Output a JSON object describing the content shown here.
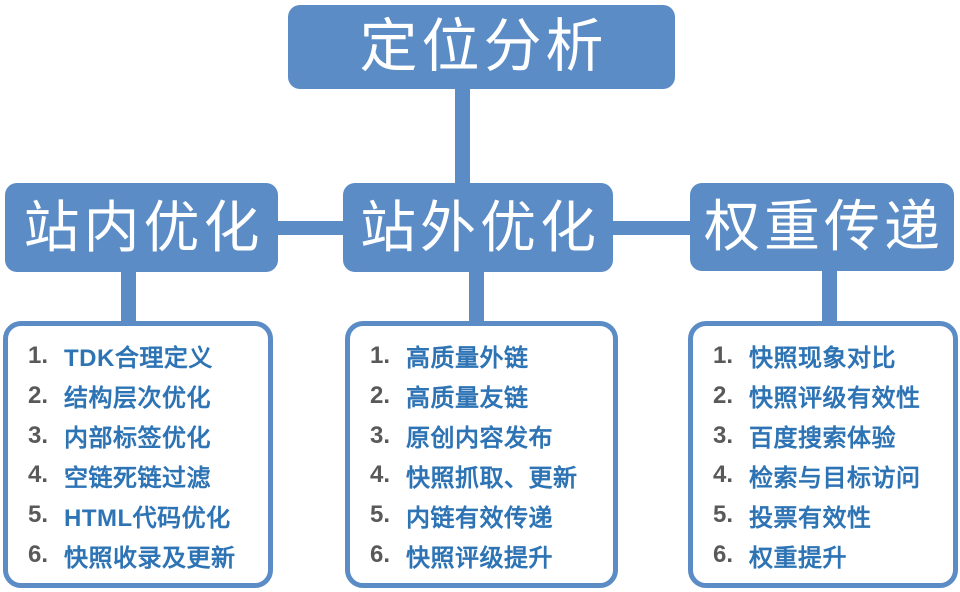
{
  "diagram": {
    "root_label": "定位分析",
    "branches": [
      {
        "label": "站内优化",
        "items": [
          {
            "num": "1.",
            "text": "TDK合理定义"
          },
          {
            "num": "2.",
            "text": "结构层次优化"
          },
          {
            "num": "3.",
            "text": "内部标签优化"
          },
          {
            "num": "4.",
            "text": "空链死链过滤"
          },
          {
            "num": "5.",
            "text": "HTML代码优化"
          },
          {
            "num": "6.",
            "text": "快照收录及更新"
          }
        ]
      },
      {
        "label": "站外优化",
        "items": [
          {
            "num": "1.",
            "text": "高质量外链"
          },
          {
            "num": "2.",
            "text": "高质量友链"
          },
          {
            "num": "3.",
            "text": "原创内容发布"
          },
          {
            "num": "4.",
            "text": "快照抓取、更新"
          },
          {
            "num": "5.",
            "text": "内链有效传递"
          },
          {
            "num": "6.",
            "text": "快照评级提升"
          }
        ]
      },
      {
        "label": "权重传递",
        "items": [
          {
            "num": "1.",
            "text": "快照现象对比"
          },
          {
            "num": "2.",
            "text": "快照评级有效性"
          },
          {
            "num": "3.",
            "text": "百度搜索体验"
          },
          {
            "num": "4.",
            "text": "检索与目标访问"
          },
          {
            "num": "5.",
            "text": "投票有效性"
          },
          {
            "num": "6.",
            "text": "权重提升"
          }
        ]
      }
    ],
    "colors": {
      "node_fill": "#5b8cc6",
      "node_text": "#ffffff",
      "list_text": "#2e74b5",
      "number_text": "#595959",
      "connector": "#5b8cc6"
    }
  }
}
